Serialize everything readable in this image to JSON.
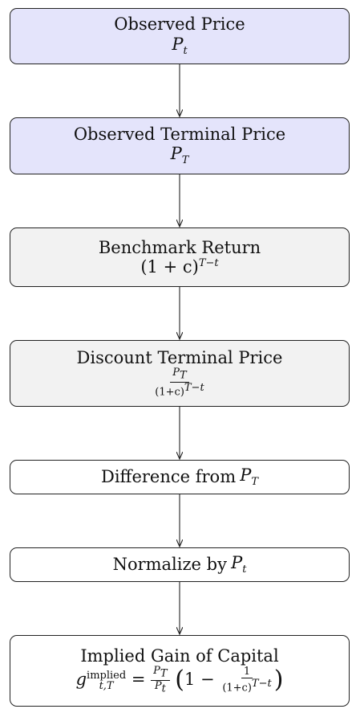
{
  "nodes": [
    {
      "id": "observed-price",
      "title": "Observed Price",
      "formula": "P_t",
      "fill": "#e4e4fb"
    },
    {
      "id": "observed-terminal-price",
      "title": "Observed Terminal Price",
      "formula": "P_T",
      "fill": "#e4e4fb"
    },
    {
      "id": "benchmark-return",
      "title": "Benchmark Return",
      "formula": "(1 + c)^{T-t}",
      "fill": "#f2f2f2"
    },
    {
      "id": "discount-terminal-price",
      "title": "Discount Terminal Price",
      "formula": "P_T / (1+c)^{T-t}",
      "fill": "#f2f2f2"
    },
    {
      "id": "difference-from-pt",
      "title": "Difference from",
      "formula": "P_T",
      "fill": "#ffffff"
    },
    {
      "id": "normalize-by-pt",
      "title": "Normalize by",
      "formula": "P_t",
      "fill": "#ffffff"
    },
    {
      "id": "implied-gain",
      "title": "Implied Gain of Capital",
      "formula": "g_{t,T}^{implied} = (P_T / P_t)(1 - 1/(1+c)^{T-t})",
      "fill": "#ffffff"
    }
  ],
  "edges": [
    {
      "from": "observed-price",
      "to": "observed-terminal-price"
    },
    {
      "from": "observed-terminal-price",
      "to": "benchmark-return"
    },
    {
      "from": "benchmark-return",
      "to": "discount-terminal-price"
    },
    {
      "from": "discount-terminal-price",
      "to": "difference-from-pt"
    },
    {
      "from": "difference-from-pt",
      "to": "normalize-by-pt"
    },
    {
      "from": "normalize-by-pt",
      "to": "implied-gain"
    }
  ],
  "math": {
    "P": "P",
    "t": "t",
    "T": "T",
    "one_plus_c": "(1 + c)",
    "one_plus_c_compact": "(1+c)",
    "exp": "T−t",
    "g": "g",
    "tT": "t,T",
    "implied": "implied",
    "eq": "=",
    "one_minus": "1 −",
    "one": "1",
    "lparen": "(",
    "rparen": ")"
  }
}
